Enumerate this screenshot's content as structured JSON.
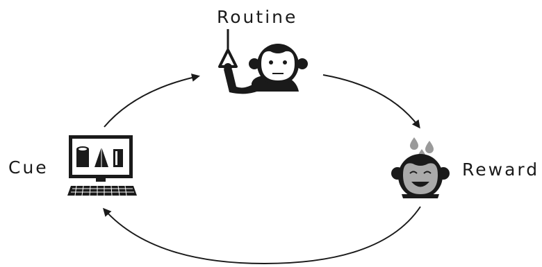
{
  "labels": {
    "routine": "Routine",
    "reward": "Reward",
    "cue": "Cue"
  },
  "colors": {
    "ink": "#1a1a1a",
    "drop": "#9a9a9a",
    "face_reward": "#aaaaaa",
    "background": "#ffffff"
  }
}
